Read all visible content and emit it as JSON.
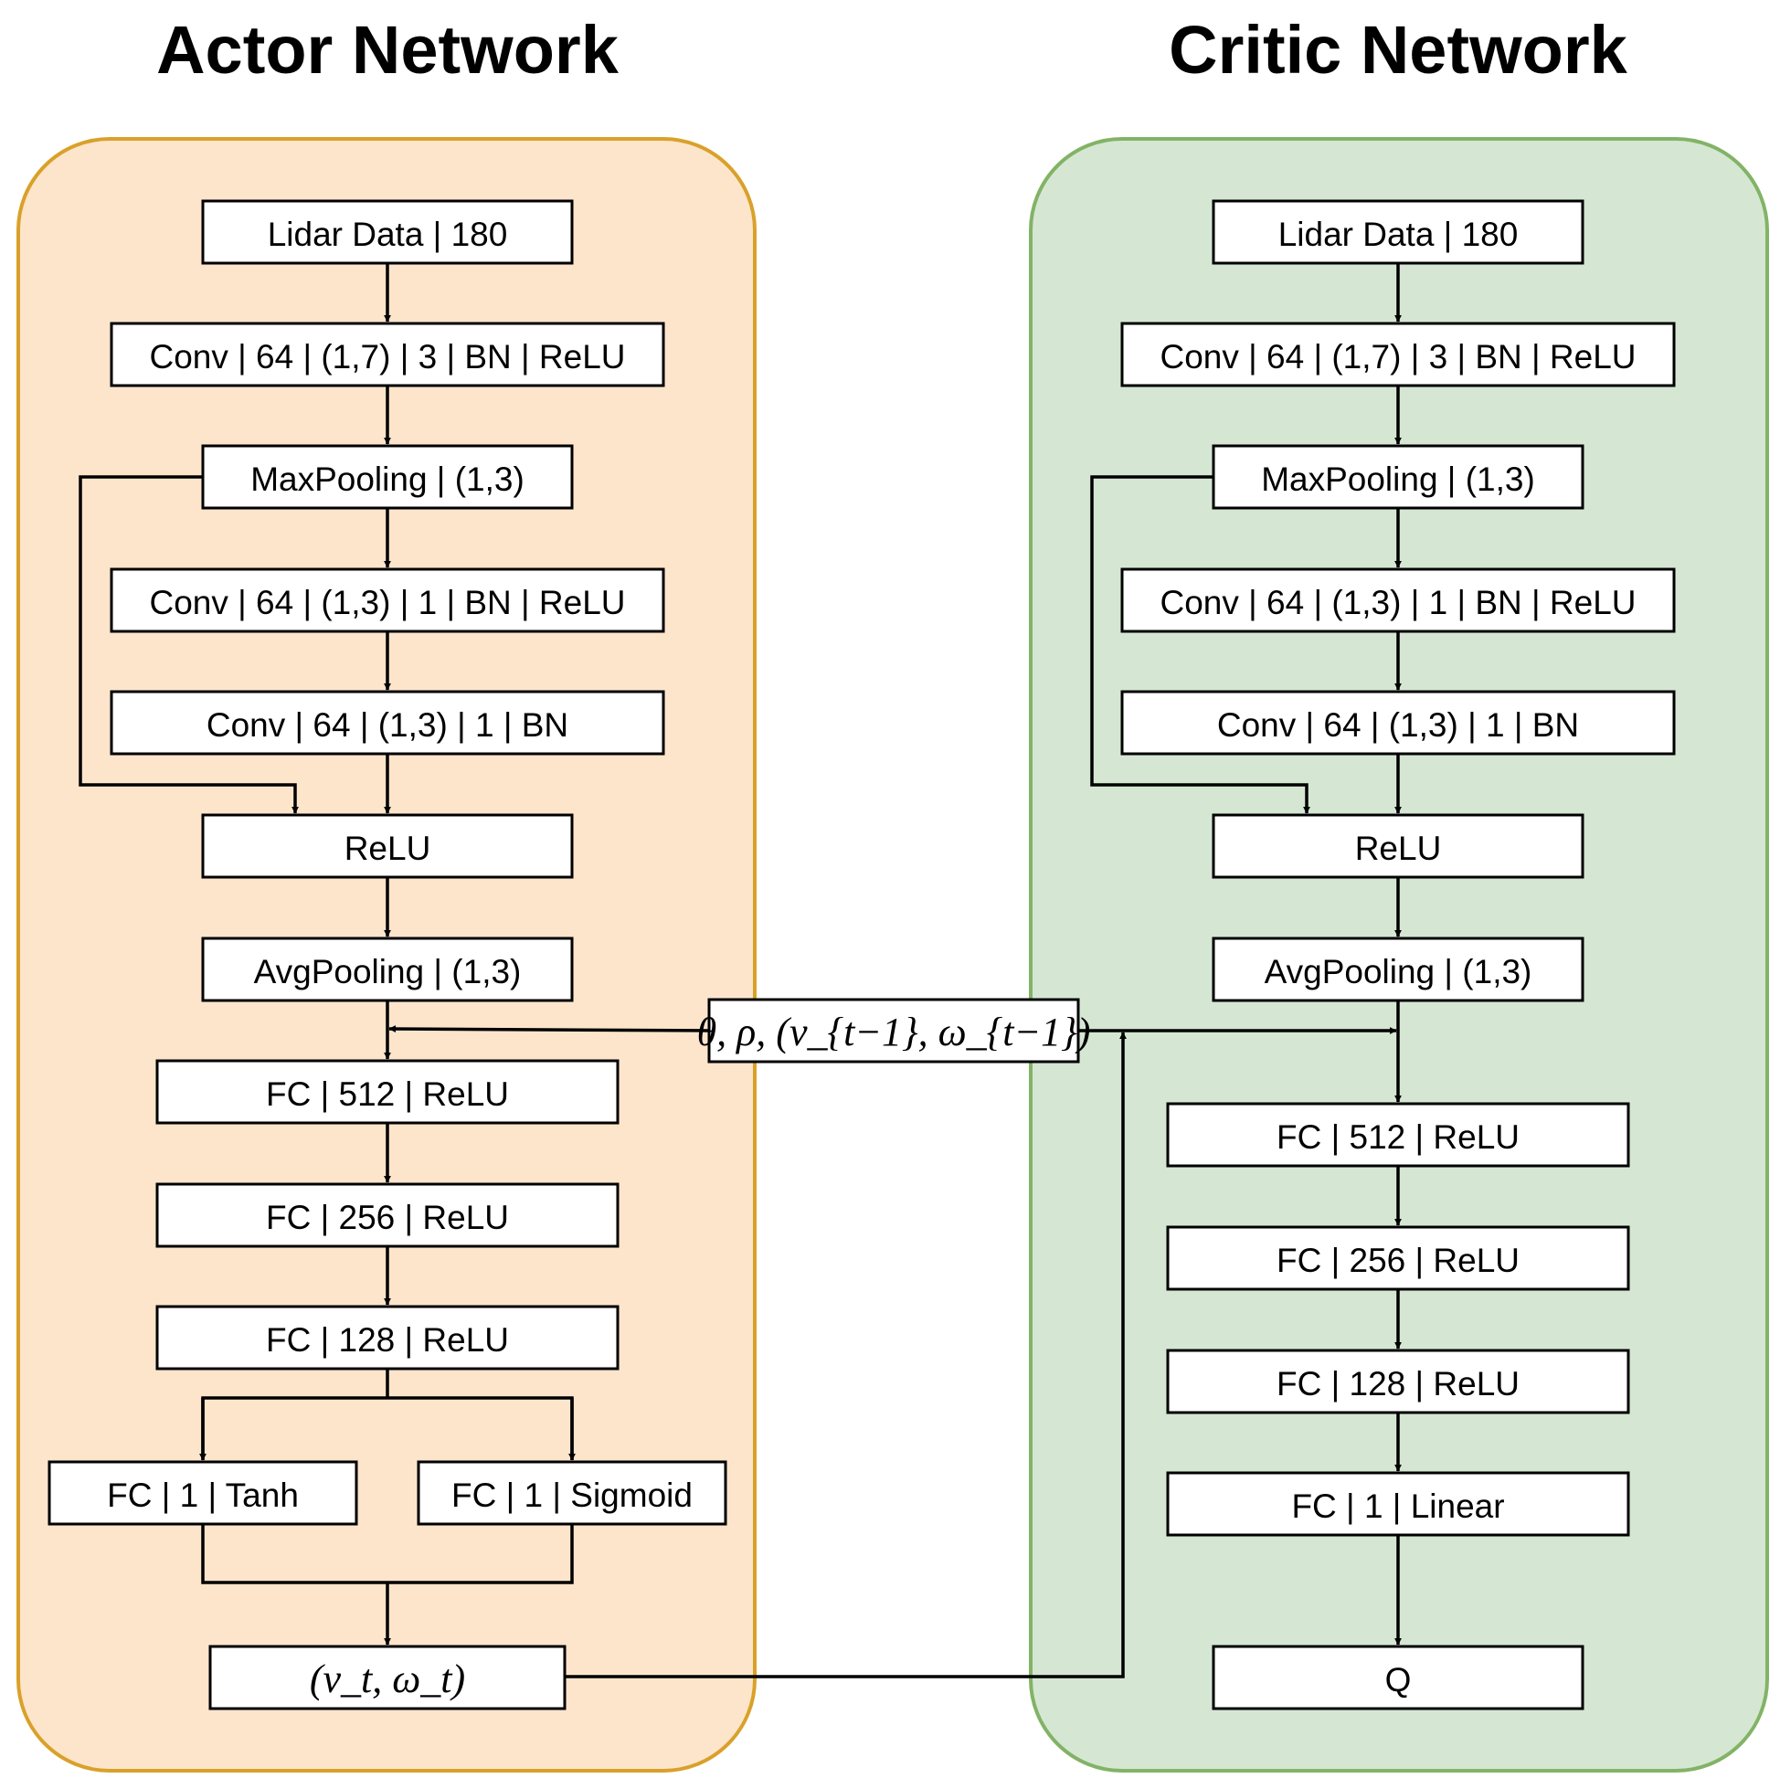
{
  "actor": {
    "title": "Actor Network",
    "panel_fill": "#fde5cc",
    "panel_stroke": "#d9a12a",
    "layers": [
      "Lidar Data | 180",
      "Conv | 64 | (1,7) | 3 | BN | ReLU",
      "MaxPooling | (1,3)",
      "Conv | 64 | (1,3) | 1 | BN | ReLU",
      "Conv | 64 | (1,3) | 1 | BN",
      "ReLU",
      "AvgPooling | (1,3)",
      "FC | 512 | ReLU",
      "FC | 256 | ReLU",
      "FC | 128 | ReLU",
      "FC | 1 | Tanh",
      "FC | 1 | Sigmoid"
    ],
    "output": "(v_t, ω_t)"
  },
  "critic": {
    "title": "Critic Network",
    "panel_fill": "#d5e7d3",
    "panel_stroke": "#82b366",
    "layers": [
      "Lidar Data | 180",
      "Conv | 64 | (1,7) | 3 | BN | ReLU",
      "MaxPooling | (1,3)",
      "Conv | 64 | (1,3) | 1 | BN | ReLU",
      "Conv | 64 | (1,3) | 1 | BN",
      "ReLU",
      "AvgPooling | (1,3)",
      "FC | 512 | ReLU",
      "FC | 256 | ReLU",
      "FC | 128 | ReLU",
      "FC | 1 | Linear",
      "Q"
    ]
  },
  "shared_input": "θ, ρ, (v_{t−1}, ω_{t−1})"
}
